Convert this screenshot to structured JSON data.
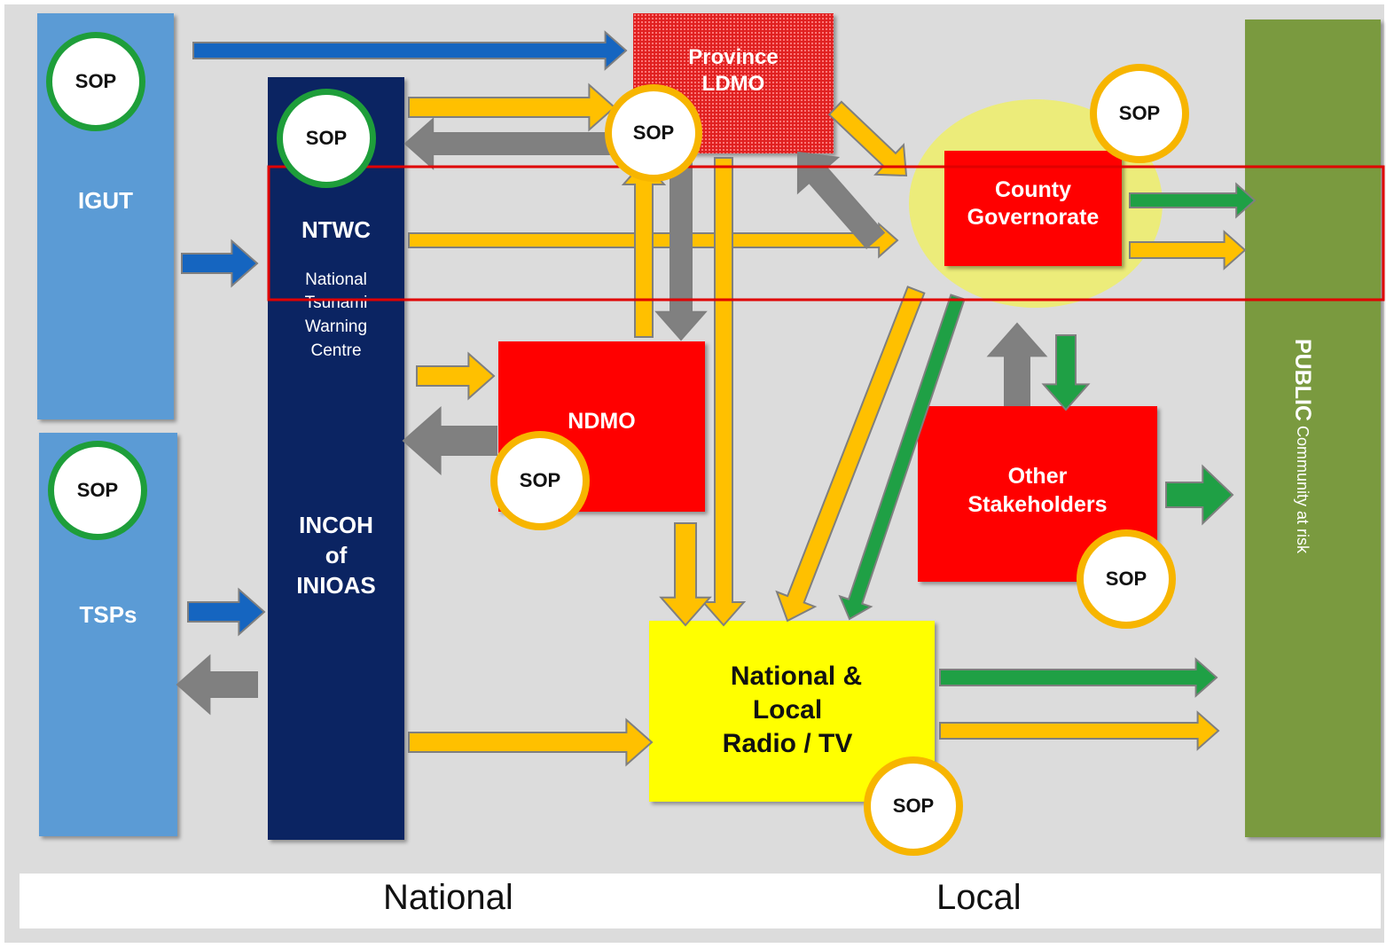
{
  "nodes": {
    "igut": {
      "label": "IGUT"
    },
    "tsps": {
      "label": "TSPs"
    },
    "ntwc": {
      "title": "NTWC",
      "sub1": "National",
      "sub2": "Tsunami",
      "sub3": "Warning",
      "sub4": "Centre",
      "org1": "INCOH",
      "org2": "of",
      "org3": "INIOAS"
    },
    "province": {
      "line1": "Province",
      "line2": "LDMO"
    },
    "county": {
      "line1": "County",
      "line2": "Governorate"
    },
    "ndmo": {
      "label": "NDMO"
    },
    "other": {
      "line1": "Other",
      "line2": "Stakeholders"
    },
    "media": {
      "line1": "National &",
      "line2": "Local",
      "line3": "Radio / TV"
    },
    "public": {
      "title": "PUBLIC",
      "sub": "Community at risk"
    }
  },
  "sop_label": "SOP",
  "bottom": {
    "national": "National",
    "local": "Local"
  },
  "colors": {
    "blue_box": "#5b9bd5",
    "navy": "#0b2462",
    "red": "#ff0000",
    "yellow": "#ffff00",
    "olive": "#7a9a3f",
    "arrow_blue": "#1565c0",
    "arrow_orange": "#ffc000",
    "arrow_green": "#1fa045",
    "arrow_gray": "#808080",
    "highlight": "#e00000"
  }
}
